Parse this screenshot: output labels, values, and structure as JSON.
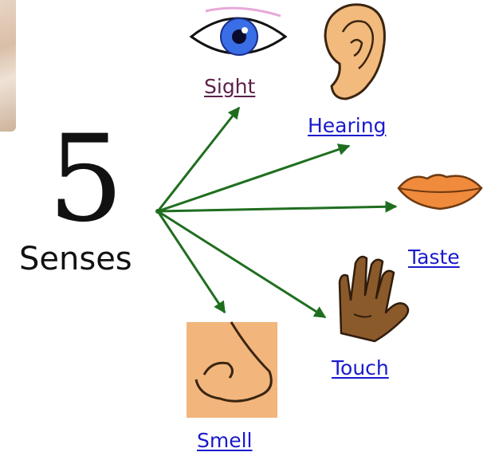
{
  "diagram": {
    "number": "5",
    "word": "Senses",
    "arrow_color": "#1f6e1f",
    "senses": [
      {
        "key": "sight",
        "label": "Sight",
        "icon": "eye-icon",
        "color": "#5c1f4a"
      },
      {
        "key": "hearing",
        "label": "Hearing",
        "icon": "ear-icon",
        "color": "#1a1acc"
      },
      {
        "key": "taste",
        "label": "Taste",
        "icon": "lips-icon",
        "color": "#1a1acc"
      },
      {
        "key": "touch",
        "label": "Touch",
        "icon": "hand-icon",
        "color": "#1a1acc"
      },
      {
        "key": "smell",
        "label": "Smell",
        "icon": "nose-icon",
        "color": "#1a1acc"
      }
    ]
  }
}
